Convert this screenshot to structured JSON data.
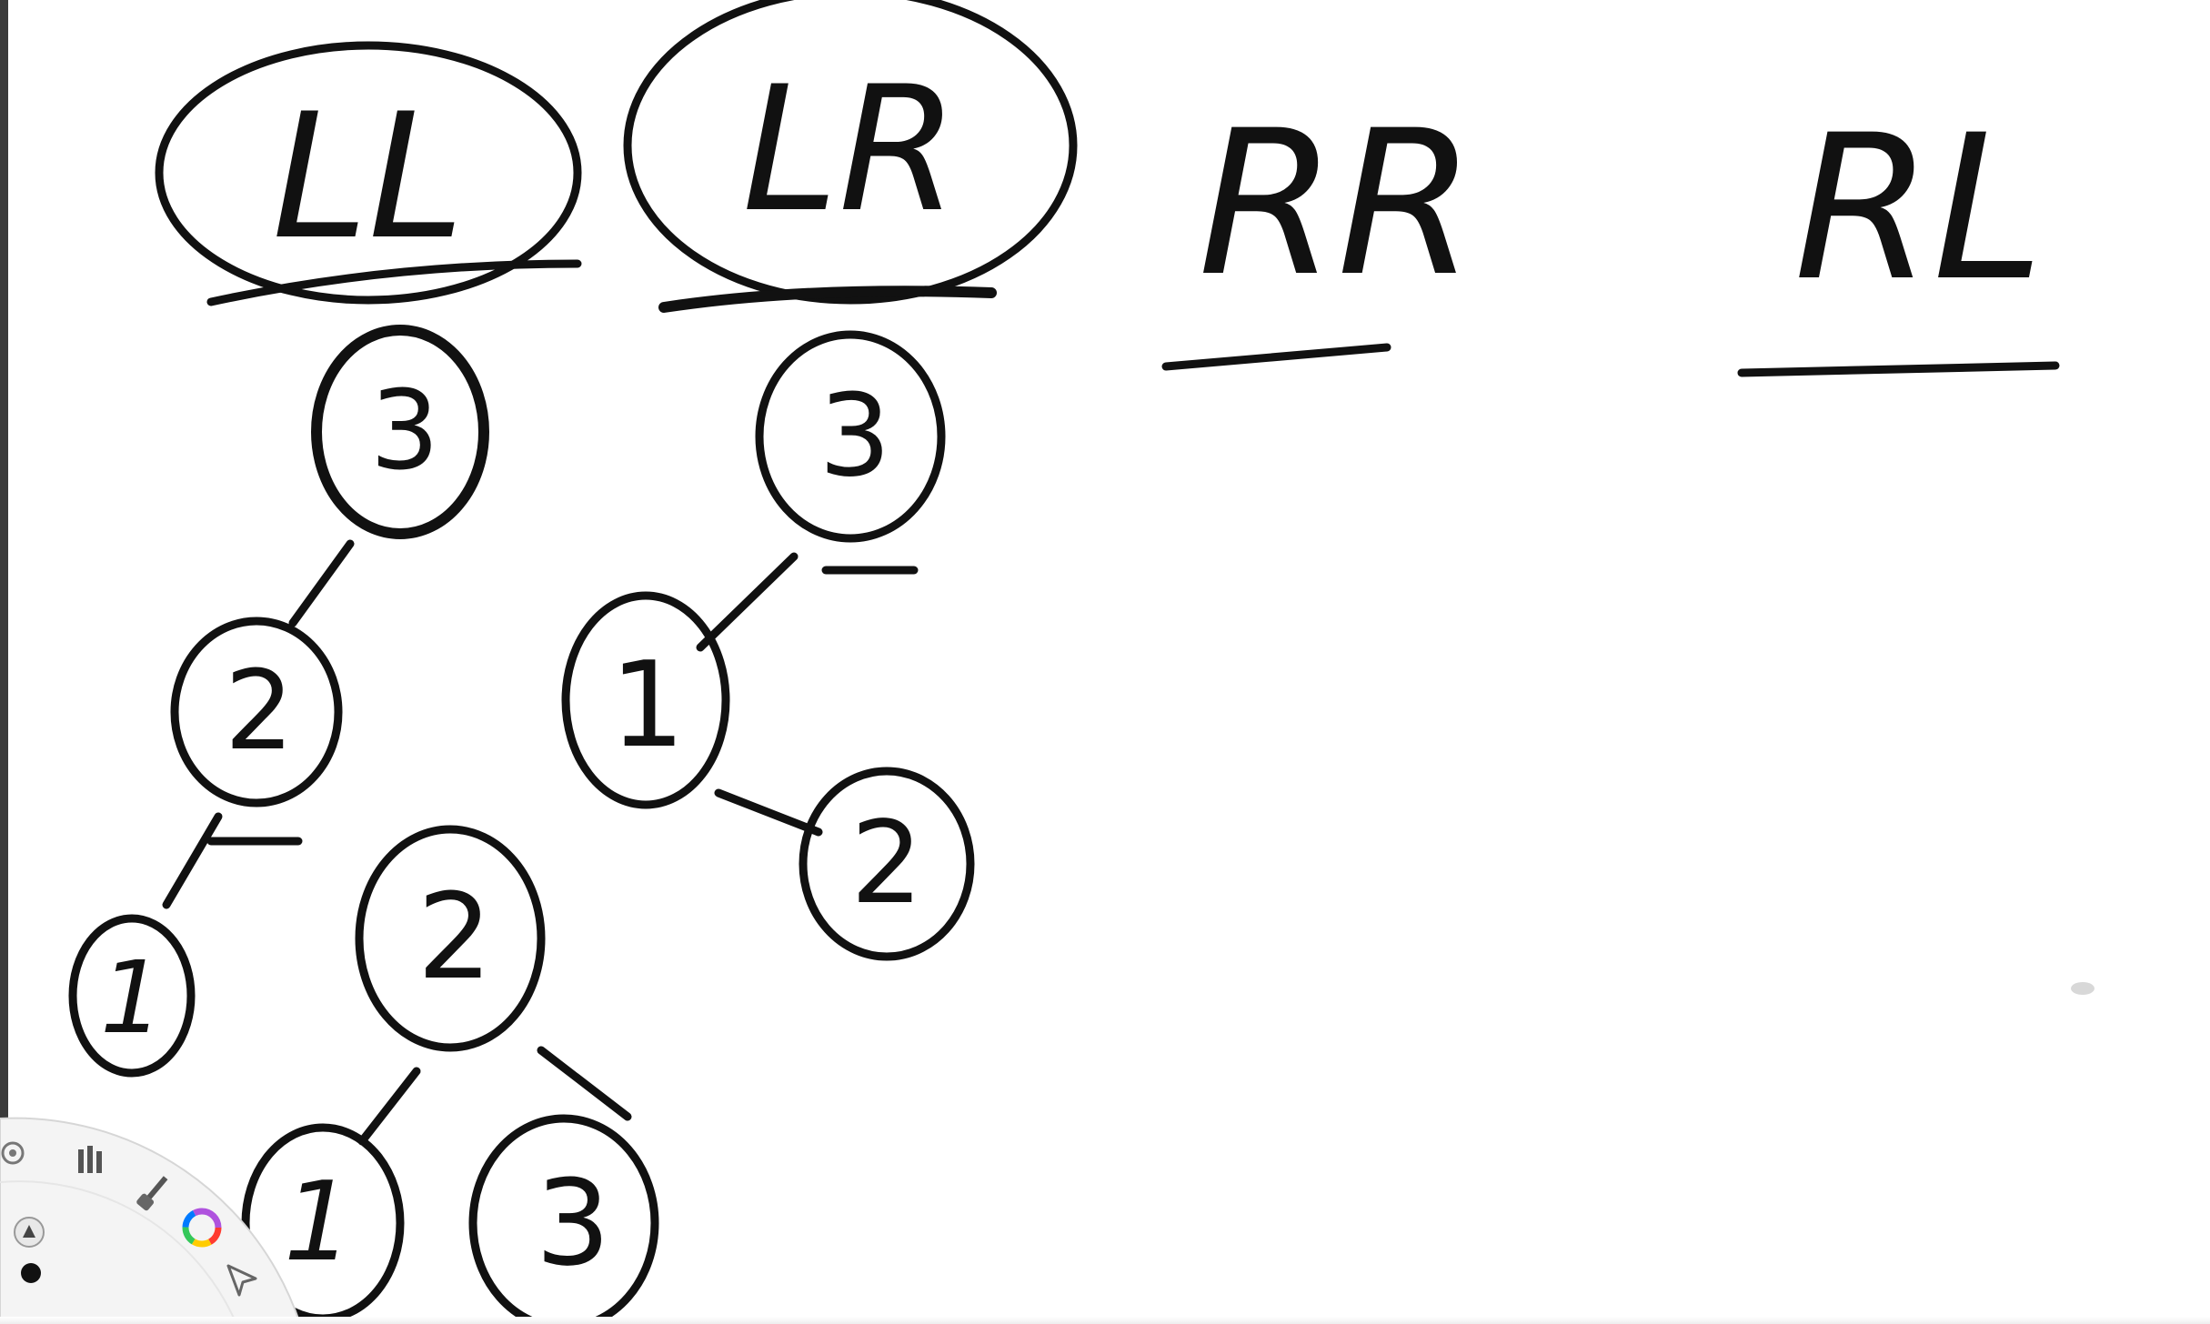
{
  "headings": [
    {
      "id": "ll",
      "label": "LL",
      "circled": true
    },
    {
      "id": "lr",
      "label": "LR",
      "circled": true
    },
    {
      "id": "rr",
      "label": "RR",
      "circled": false
    },
    {
      "id": "rl",
      "label": "RL",
      "circled": false
    }
  ],
  "nodes": [
    {
      "id": "ll-3",
      "label": "3"
    },
    {
      "id": "ll-2",
      "label": "2"
    },
    {
      "id": "ll-1",
      "label": "1"
    },
    {
      "id": "ll-rot-2",
      "label": "2"
    },
    {
      "id": "ll-rot-1",
      "label": "1"
    },
    {
      "id": "ll-rot-3",
      "label": "3"
    },
    {
      "id": "lr-3",
      "label": "3"
    },
    {
      "id": "lr-1",
      "label": "1"
    },
    {
      "id": "lr-2",
      "label": "2"
    }
  ],
  "toolbar": {
    "tools": [
      {
        "id": "settings",
        "icon": "gear-icon"
      },
      {
        "id": "brush-library",
        "icon": "brush-set-icon"
      },
      {
        "id": "brush",
        "icon": "paintbrush-icon"
      },
      {
        "id": "color",
        "icon": "color-wheel-icon"
      },
      {
        "id": "brush-size",
        "icon": "brush-size-icon"
      },
      {
        "id": "current-color",
        "icon": "color-swatch-icon"
      },
      {
        "id": "select",
        "icon": "pointer-arrow-icon"
      }
    ],
    "accent_colors": [
      "#ff3b30",
      "#ffcc00",
      "#34c759",
      "#007aff",
      "#af52de"
    ]
  },
  "ink_color": "#111111"
}
